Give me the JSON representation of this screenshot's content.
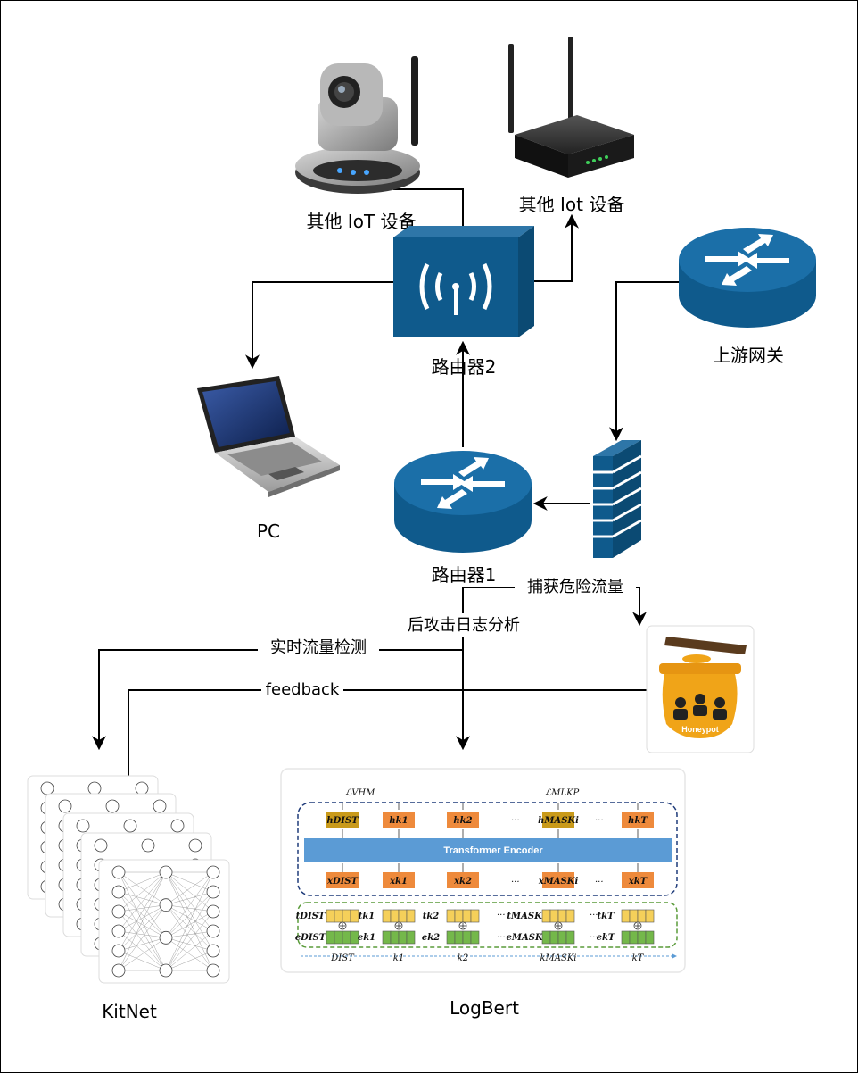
{
  "nodes": {
    "camera": {
      "label": "其他 IoT 设备"
    },
    "iot_router": {
      "label": "其他 Iot 设备"
    },
    "router2": {
      "label": "路由器2"
    },
    "gateway": {
      "label": "上游网关"
    },
    "pc": {
      "label": "PC"
    },
    "router1": {
      "label": "路由器1"
    },
    "honeypot": {
      "label": "Honeypot"
    },
    "kitnet": {
      "label": "KitNet"
    },
    "logbert": {
      "label": "LogBert"
    }
  },
  "edges": {
    "capture": "捕获危险流量",
    "post_attack": "后攻击日志分析",
    "realtime": "实时流量检测",
    "feedback": "feedback"
  },
  "logbert_panel": {
    "loss_vhm": "ℒVHM",
    "loss_mlkp": "ℒMLKP",
    "encoder": "Transformer Encoder",
    "ellipsis": "···",
    "h_tokens": [
      "hDIST",
      "hk1",
      "hk2",
      "hMASKi",
      "hkT"
    ],
    "x_tokens": [
      "xDIST",
      "xk1",
      "xk2",
      "xMASKi",
      "xkT"
    ],
    "t_tokens": [
      "tDIST",
      "tk1",
      "tk2",
      "tMASKi",
      "tkT"
    ],
    "e_tokens": [
      "eDIST",
      "ek1",
      "ek2",
      "eMASKi",
      "ekT"
    ],
    "k_tokens": [
      "DIST",
      "k1",
      "k2",
      "kMASKi",
      "kT"
    ]
  },
  "colors": {
    "router_blue": "#0f5a8c",
    "token_orange": "#ee8a3c",
    "token_yellow": "#f5d05a",
    "token_green": "#74b84a",
    "encoder_blue": "#5b9bd5",
    "honey_amber": "#f0a418"
  }
}
